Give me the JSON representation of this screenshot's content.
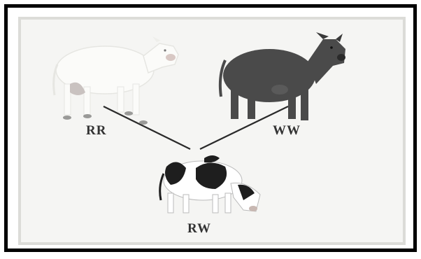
{
  "labels": {
    "rr": "RR",
    "ww": "WW",
    "rw": "RW"
  },
  "colors": {
    "frame": "#000000",
    "panel_bg": "#f5f5f3",
    "panel_border": "#dcdcd8",
    "white_cow": "#fbfbf9",
    "dark_cow": "#4a4a4a",
    "spotted_black": "#1e1e1e",
    "line": "#2a2a2a"
  },
  "icons": [
    "white-cow-icon",
    "dark-cow-icon",
    "spotted-cow-icon"
  ]
}
